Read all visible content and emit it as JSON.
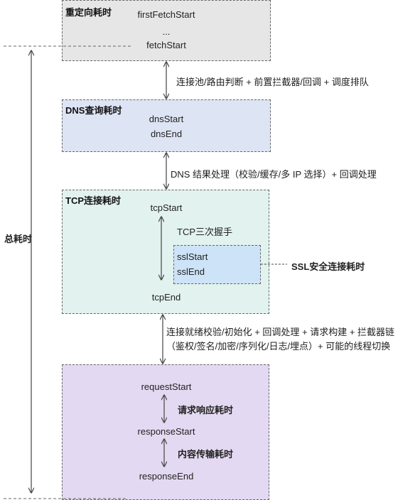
{
  "redirect": {
    "title": "重定向耗时",
    "first_fetch_start": "firstFetchStart",
    "ellipsis": "...",
    "fetch_start": "fetchStart",
    "fill": "#e6e6e6"
  },
  "step1_note": "连接池/路由判断 + 前置拦截器/回调 + 调度排队",
  "dns": {
    "title": "DNS查询耗时",
    "start": "dnsStart",
    "end": "dnsEnd",
    "fill": "#dde4f4"
  },
  "step2_note": "DNS 结果处理（校验/缓存/多 IP 选择）+ 回调处理",
  "tcp": {
    "title": "TCP连接耗时",
    "start": "tcpStart",
    "handshake_label": "TCP三次握手",
    "end": "tcpEnd",
    "fill": "#e2f2ee"
  },
  "ssl": {
    "start": "sslStart",
    "end": "sslEnd",
    "label": "SSL安全连接耗时",
    "fill": "#cde3f7"
  },
  "step3_note_line1": "连接就绪校验/初始化 + 回调处理 + 请求构建 + 拦截器链",
  "step3_note_line2": "（鉴权/签名/加密/序列化/日志/埋点）+ 可能的线程切换",
  "request": {
    "request_start": "requestStart",
    "request_label": "请求响应耗时",
    "response_start": "responseStart",
    "transfer_label": "内容传输耗时",
    "response_end": "responseEnd",
    "fill": "#e4d9f2"
  },
  "total_label": "总耗时"
}
